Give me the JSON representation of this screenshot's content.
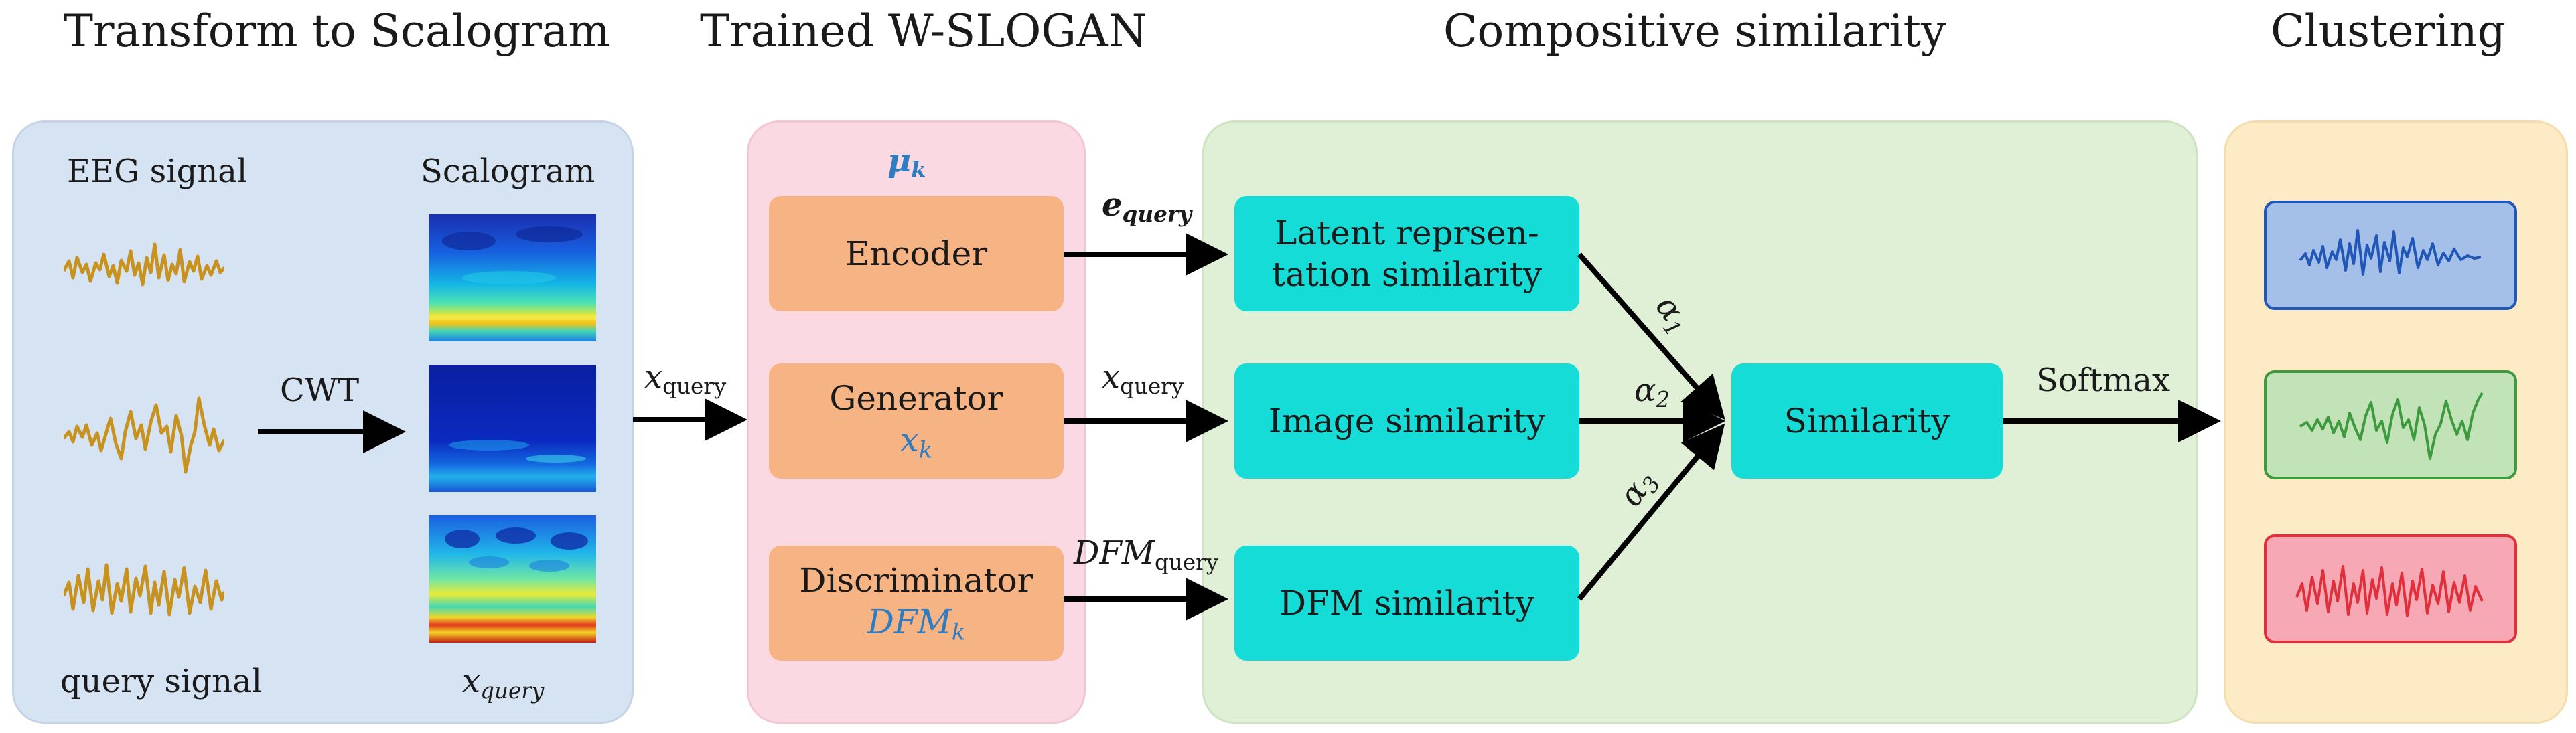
{
  "titles": {
    "scalogram": "Transform to Scalogram",
    "slogan": "Trained W-SLOGAN",
    "similarity": "Compositive similarity",
    "clustering": "Clustering"
  },
  "scalogram_panel": {
    "eeg_label": "EEG signal",
    "scalogram_label": "Scalogram",
    "cwt_label": "CWT",
    "query_signal_label": "query signal",
    "x_query_base": "x",
    "x_query_sub": "query"
  },
  "slogan_panel": {
    "mu_base": "μ",
    "mu_sub": "k",
    "encoder": "Encoder",
    "generator": "Generator",
    "generator_var_base": "x",
    "generator_var_sub": "k",
    "discriminator": "Discriminator",
    "discriminator_var_base": "DFM",
    "discriminator_var_sub": "k"
  },
  "arrow_labels": {
    "input_base": "x",
    "input_sub": "query",
    "e_base": "e",
    "e_sub": "query",
    "x_base": "x",
    "x_sub": "query",
    "dfm_base": "DFM",
    "dfm_sub": "query",
    "alpha_base": "α",
    "alpha1_sub": "1",
    "alpha2_sub": "2",
    "alpha3_sub": "3",
    "softmax": "Softmax"
  },
  "similarity_panel": {
    "latent_line1": "Latent reprsen-",
    "latent_line2": "tation similarity",
    "image": "Image similarity",
    "dfm": "DFM similarity",
    "similarity": "Similarity"
  },
  "colors": {
    "panel_blue": "#d6e3f3",
    "panel_pink": "#fbd9e2",
    "panel_green": "#e0f0d6",
    "panel_yellow": "#fdebc5",
    "box_orange": "#f6b383",
    "box_cyan": "#16dcd8",
    "signal_gold": "#c8921f",
    "cluster_blue": "#2057b8",
    "cluster_green": "#3e9a3e",
    "cluster_red": "#e0303c"
  }
}
